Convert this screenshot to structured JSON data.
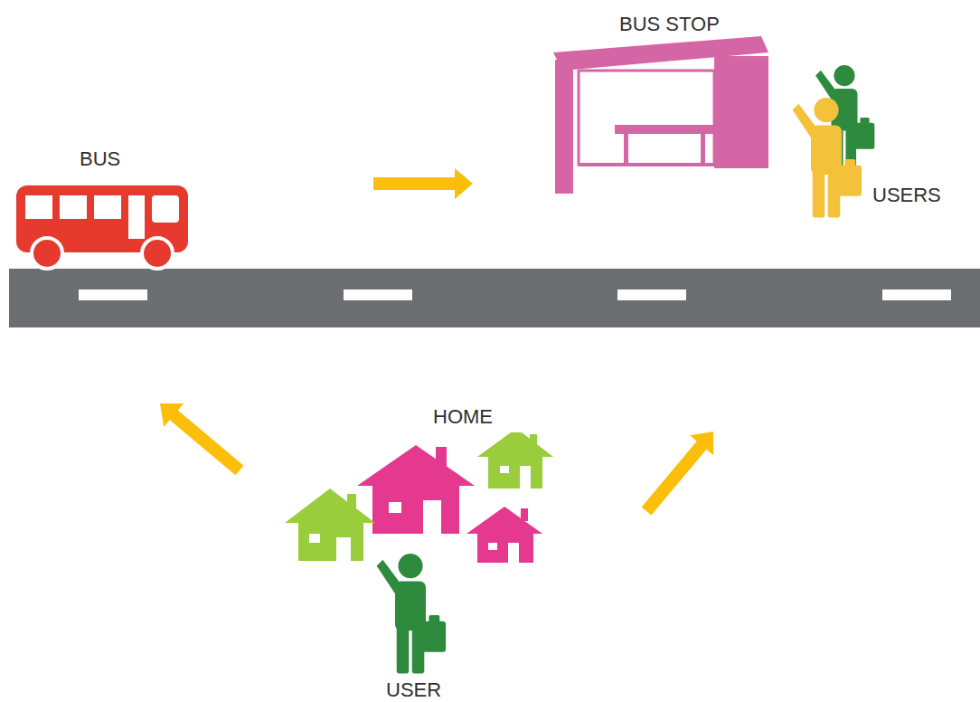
{
  "diagram": {
    "labels": [
      "BUS STOP",
      "BUS",
      "USERS",
      "HOME",
      "USER"
    ]
  }
}
